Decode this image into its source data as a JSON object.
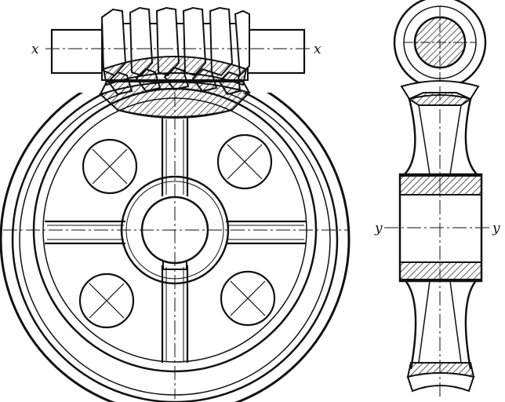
{
  "labels": {
    "x_left": "x",
    "x_right": "x",
    "y_left": "y",
    "y_right": "y"
  },
  "colors": {
    "ink": "#111111",
    "paper": "#ffffff"
  }
}
